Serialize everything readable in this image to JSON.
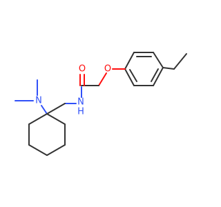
{
  "molecule": {
    "atom_labels": {
      "carbonyl_oxygen": "O",
      "ether_oxygen": "O",
      "amide_nitrogen": "N",
      "amide_hydrogen": "H",
      "amine_nitrogen": "N"
    },
    "colors": {
      "bond": "#333333",
      "oxygen": "#ff0d0d",
      "nitrogen": "#3050f8",
      "background": "#ffffff"
    }
  }
}
